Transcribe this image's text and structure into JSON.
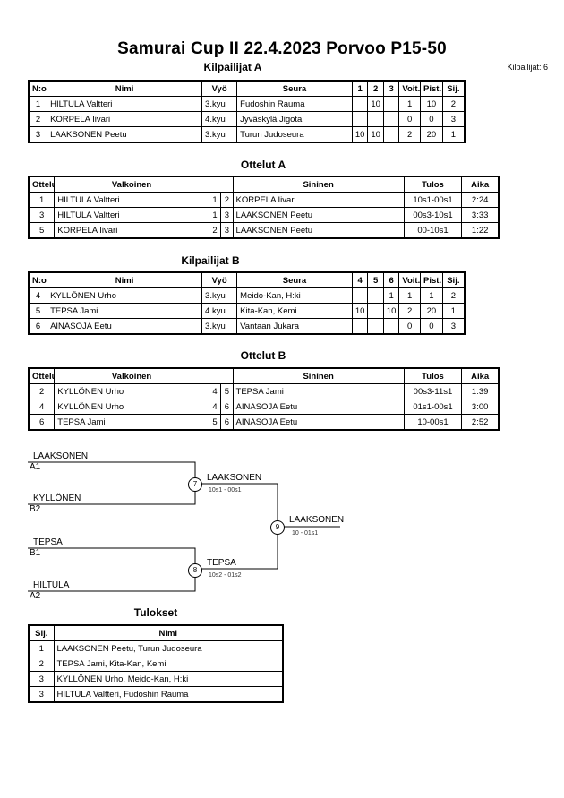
{
  "header": {
    "title": "Samurai Cup II  22.4.2023  Porvoo   P15-50",
    "competitors_count": "Kilpailijat: 6"
  },
  "pool_a": {
    "title": "Kilpailijat A",
    "columns": [
      "N:o",
      "Nimi",
      "Vyö",
      "Seura",
      "1",
      "2",
      "3",
      "Voit.",
      "Pist.",
      "Sij."
    ],
    "rows": [
      [
        "1",
        "HILTULA Valtteri",
        "3.kyu",
        "Fudoshin Rauma",
        "",
        "10",
        "",
        "1",
        "10",
        "2"
      ],
      [
        "2",
        "KORPELA Iivari",
        "4.kyu",
        "Jyväskylä Jigotai",
        "",
        "",
        "",
        "0",
        "0",
        "3"
      ],
      [
        "3",
        "LAAKSONEN Peetu",
        "3.kyu",
        "Turun Judoseura",
        "10",
        "10",
        "",
        "2",
        "20",
        "1"
      ]
    ]
  },
  "matches_a": {
    "title": "Ottelut A",
    "columns": [
      "Ottelu",
      "Valkoinen",
      "",
      "",
      "Sininen",
      "Tulos",
      "Aika"
    ],
    "rows": [
      [
        "1",
        "HILTULA Valtteri",
        "1",
        "2",
        "KORPELA Iivari",
        "10s1-00s1",
        "2:24"
      ],
      [
        "3",
        "HILTULA Valtteri",
        "1",
        "3",
        "LAAKSONEN Peetu",
        "00s3-10s1",
        "3:33"
      ],
      [
        "5",
        "KORPELA Iivari",
        "2",
        "3",
        "LAAKSONEN Peetu",
        "00-10s1",
        "1:22"
      ]
    ]
  },
  "pool_b": {
    "title": "Kilpailijat B",
    "columns": [
      "N:o",
      "Nimi",
      "Vyö",
      "Seura",
      "4",
      "5",
      "6",
      "Voit.",
      "Pist.",
      "Sij."
    ],
    "rows": [
      [
        "4",
        "KYLLÖNEN Urho",
        "3.kyu",
        "Meido-Kan, H:ki",
        "",
        "",
        "1",
        "1",
        "1",
        "2"
      ],
      [
        "5",
        "TEPSA Jami",
        "4.kyu",
        "Kita-Kan, Kemi",
        "10",
        "",
        "10",
        "2",
        "20",
        "1"
      ],
      [
        "6",
        "AINASOJA Eetu",
        "3.kyu",
        "Vantaan Jukara",
        "",
        "",
        "",
        "0",
        "0",
        "3"
      ]
    ]
  },
  "matches_b": {
    "title": "Ottelut B",
    "columns": [
      "Ottelu",
      "Valkoinen",
      "",
      "",
      "Sininen",
      "Tulos",
      "Aika"
    ],
    "rows": [
      [
        "2",
        "KYLLÖNEN Urho",
        "4",
        "5",
        "TEPSA Jami",
        "00s3-11s1",
        "1:39"
      ],
      [
        "4",
        "KYLLÖNEN Urho",
        "4",
        "6",
        "AINASOJA Eetu",
        "01s1-00s1",
        "3:00"
      ],
      [
        "6",
        "TEPSA Jami",
        "5",
        "6",
        "AINASOJA Eetu",
        "10-00s1",
        "2:52"
      ]
    ]
  },
  "bracket": {
    "entries": [
      {
        "name": "LAAKSONEN",
        "pos": "A1"
      },
      {
        "name": "KYLLÖNEN",
        "pos": "B2"
      },
      {
        "name": "TEPSA",
        "pos": "B1"
      },
      {
        "name": "HILTULA",
        "pos": "A2"
      }
    ],
    "semi1": {
      "num": "7",
      "winner": "LAAKSONEN",
      "score": "10s1 - 00s1"
    },
    "semi2": {
      "num": "8",
      "winner": "TEPSA",
      "score": "10s2 - 01s2"
    },
    "final": {
      "num": "9",
      "winner": "LAAKSONEN",
      "score": "10 - 01s1"
    }
  },
  "results": {
    "title": "Tulokset",
    "columns": [
      "Sij.",
      "Nimi"
    ],
    "rows": [
      [
        "1",
        "LAAKSONEN Peetu, Turun Judoseura"
      ],
      [
        "2",
        "TEPSA Jami, Kita-Kan, Kemi"
      ],
      [
        "3",
        "KYLLÖNEN Urho, Meido-Kan, H:ki"
      ],
      [
        "3",
        "HILTULA Valtteri, Fudoshin Rauma"
      ]
    ]
  }
}
